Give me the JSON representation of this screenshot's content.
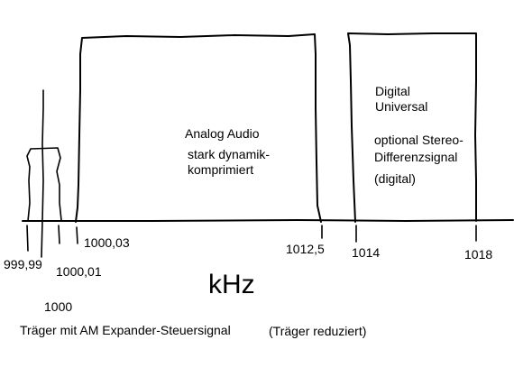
{
  "ticks": {
    "t_99999": "999,99",
    "t_1000": "1000",
    "t_100001": "1000,01",
    "t_100003": "1000,03",
    "t_10125": "1012,5",
    "t_1014": "1014",
    "t_1018": "1018"
  },
  "unit": "kHz",
  "analog_block": {
    "line1": "Analog Audio",
    "line2": "stark dynamik-",
    "line3": "komprimiert"
  },
  "digital_block": {
    "line1": "Digital",
    "line2": "Universal",
    "line3": "optional Stereo-",
    "line4": "Differenzsignal",
    "line5": "(digital)"
  },
  "carrier_caption": "Träger mit AM Expander-Steuersignal",
  "carrier_note": "(Träger reduziert)"
}
